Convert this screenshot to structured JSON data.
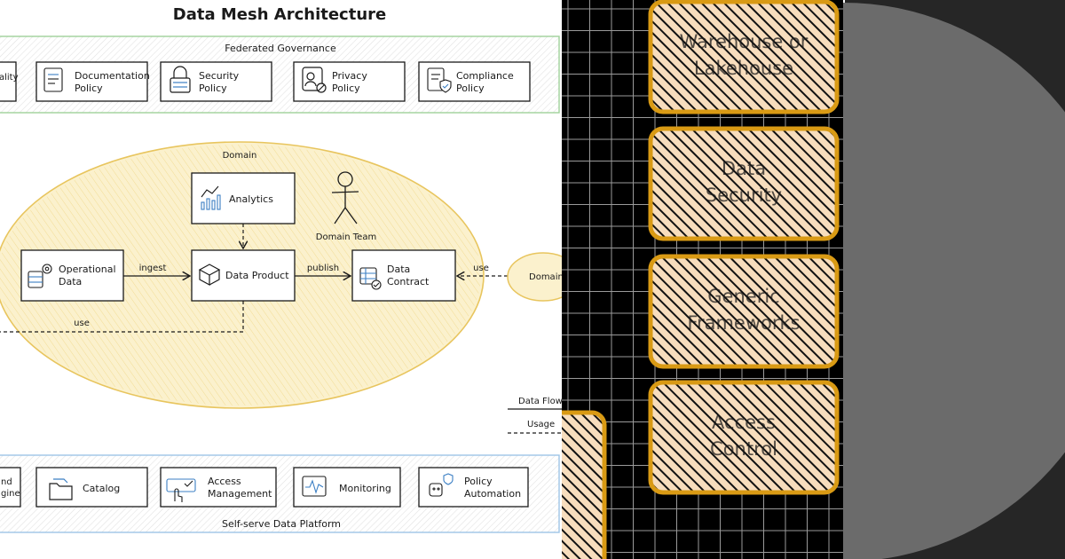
{
  "title": "Data Mesh Architecture",
  "governance": {
    "label": "Federated Governance",
    "cut_item": {
      "line1": "ality",
      "line2": ""
    },
    "policies": [
      {
        "line1": "Documentation",
        "line2": "Policy",
        "icon": "document-icon"
      },
      {
        "line1": "Security",
        "line2": "Policy",
        "icon": "padlock-icon"
      },
      {
        "line1": "Privacy",
        "line2": "Policy",
        "icon": "privacy-icon"
      },
      {
        "line1": "Compliance",
        "line2": "Policy",
        "icon": "compliance-icon"
      }
    ]
  },
  "domain": {
    "label": "Domain",
    "analytics": "Analytics",
    "operational_data": {
      "line1": "Operational",
      "line2": "Data"
    },
    "data_product": "Data Product",
    "data_contract": {
      "line1": "Data",
      "line2": "Contract"
    },
    "domain_team": "Domain Team",
    "edges": {
      "ingest": "ingest",
      "publish": "publish",
      "use_right": "use",
      "use_bottom": "use"
    },
    "external_domain": "Domain"
  },
  "legend": {
    "data_flow": "Data Flow",
    "usage": "Usage"
  },
  "platform": {
    "label": "Self-serve Data Platform",
    "cut_item": {
      "line1": "nd",
      "line2": "gine"
    },
    "items": [
      {
        "line1": "Catalog",
        "line2": "",
        "icon": "folder-icon"
      },
      {
        "line1": "Access",
        "line2": "Management",
        "icon": "access-icon"
      },
      {
        "line1": "Monitoring",
        "line2": "",
        "icon": "monitor-icon"
      },
      {
        "line1": "Policy",
        "line2": "Automation",
        "icon": "bot-icon"
      }
    ]
  },
  "middle_panel": {
    "boxes": [
      {
        "line1": "Warehouse or",
        "line2": "Lakehouse"
      },
      {
        "line1": "Data",
        "line2": "Security"
      },
      {
        "line1": "Generic",
        "line2": "Frameworks"
      },
      {
        "line1": "Access",
        "line2": "Control"
      }
    ]
  },
  "colors": {
    "governance_border": "#9fd19a",
    "platform_border": "#9ec5e6",
    "domain_fill": "#fbf1cd",
    "domain_stroke": "#e8c55e",
    "box_stroke": "#d99a14",
    "box_fill": "#f7ddbd",
    "grid_line": "#9a9a9a",
    "right_bg": "#262626",
    "right_circle": "#6b6b6b"
  }
}
